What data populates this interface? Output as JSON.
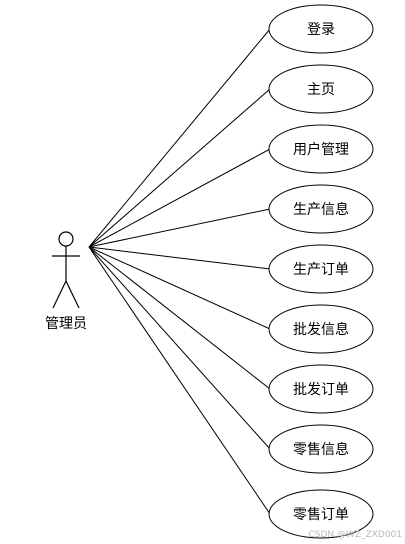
{
  "actor": {
    "label": "管理员"
  },
  "use_cases": [
    {
      "label": "登录"
    },
    {
      "label": "主页"
    },
    {
      "label": "用户管理"
    },
    {
      "label": "生产信息"
    },
    {
      "label": "生产订单"
    },
    {
      "label": "批发信息"
    },
    {
      "label": "批发订单"
    },
    {
      "label": "零售信息"
    },
    {
      "label": "零售订单"
    }
  ],
  "watermark": "CSDN @WZ_ZXD001",
  "colors": {
    "line": "#000000",
    "background": "#ffffff",
    "watermark": "#b8b8b8"
  }
}
